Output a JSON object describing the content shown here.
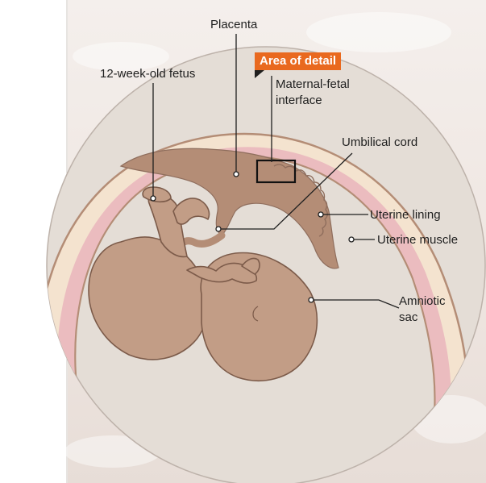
{
  "labels": {
    "placenta": "Placenta",
    "fetus": "12-week-old fetus",
    "area_of_detail": "Area of detail",
    "interface_line1": "Maternal-fetal",
    "interface_line2": "interface",
    "umbilical_cord": "Umbilical cord",
    "uterine_lining": "Uterine lining",
    "uterine_muscle": "Uterine muscle",
    "amniotic_line1": "Amniotic",
    "amniotic_line2": "sac"
  },
  "colors": {
    "circle_fill": "#e4ddd6",
    "muscle": "#f4e3cf",
    "lining": "#ebbcbf",
    "placenta": "#b48d76",
    "fetus": "#c29d86",
    "badge": "#e9691f",
    "leader": "#1f1f1f"
  }
}
